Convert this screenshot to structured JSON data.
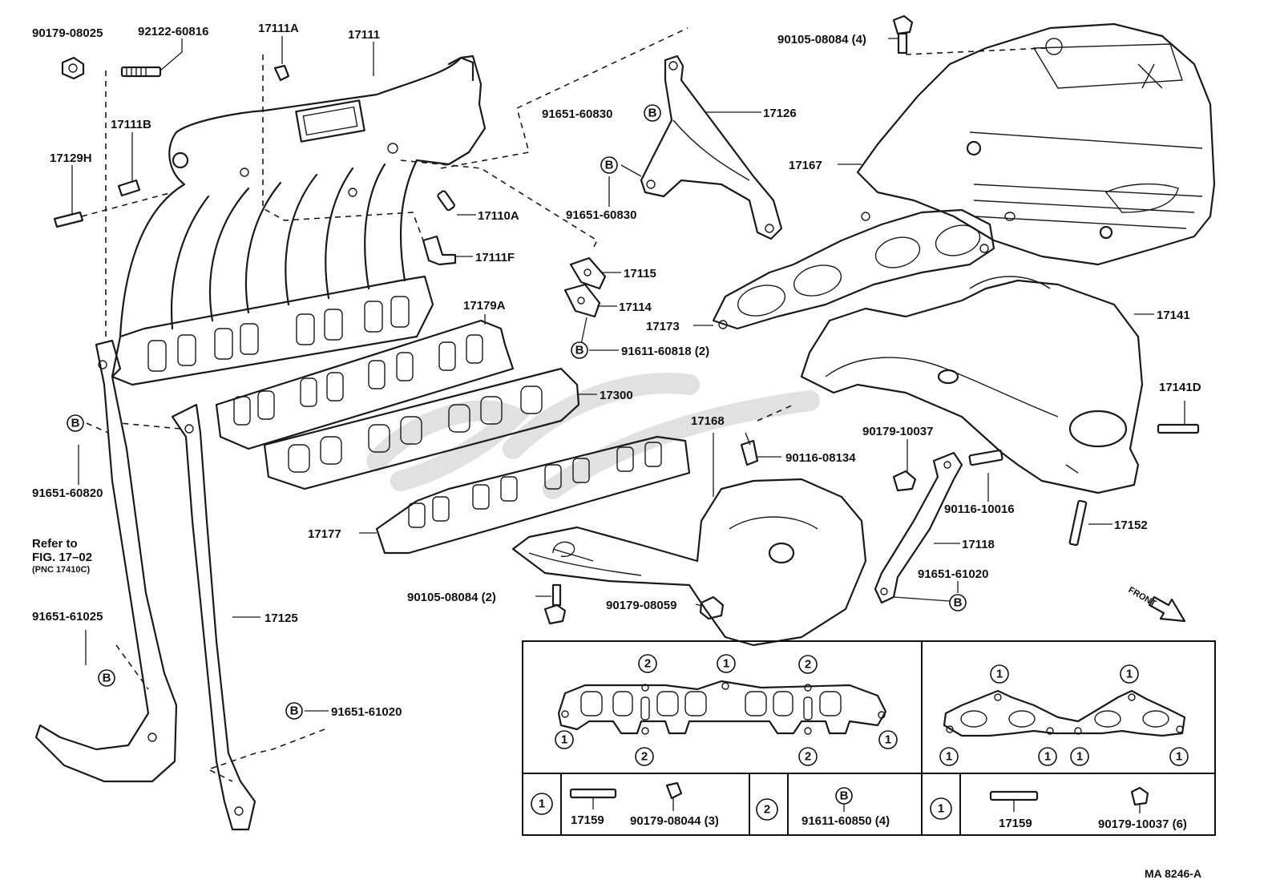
{
  "labels": {
    "p90179_08025": "90179-08025",
    "p92122_60816": "92122-60816",
    "p17111A": "17111A",
    "p17111": "17111",
    "p17111B": "17111B",
    "p17129H": "17129H",
    "p17110A": "17110A",
    "p17111F": "17111F",
    "p17179A": "17179A",
    "p17300": "17300",
    "p17177": "17177",
    "p17125": "17125",
    "p91651_60820": "91651-60820",
    "p91651_61025": "91651-61025",
    "p91651_61020_a": "91651-61020",
    "p91651_60830_a": "91651-60830",
    "p91651_60830_b": "91651-60830",
    "p17126": "17126",
    "p17115": "17115",
    "p17114": "17114",
    "p91611_60818": "91611-60818 (2)",
    "p90105_08084_4": "90105-08084 (4)",
    "p17167": "17167",
    "p17173": "17173",
    "p17141": "17141",
    "p17141D": "17141D",
    "p17168": "17168",
    "p90116_08134": "90116-08134",
    "p90179_10037": "90179-10037",
    "p90116_10016": "90116-10016",
    "p17118": "17118",
    "p17152": "17152",
    "p91651_61020_b": "91651-61020",
    "p90105_08084_2": "90105-08084 (2)",
    "p90179_08059": "90179-08059",
    "front": "FRONT",
    "ref_line1": "Refer to",
    "ref_line2": "FIG. 17–02",
    "ref_line3": "(PNC 17410C)",
    "code": "MA 8246-A"
  },
  "markers": {
    "B": "B",
    "one": "1",
    "two": "2"
  },
  "legend": {
    "cell1_num": "1",
    "cell1_part_a": "17159",
    "cell1_part_b": "90179-08044 (3)",
    "cell2_num": "2",
    "cell2_part": "91611-60850 (4)",
    "cell3_num": "1",
    "cell3_part_a": "17159",
    "cell3_part_b": "90179-10037 (6)"
  }
}
